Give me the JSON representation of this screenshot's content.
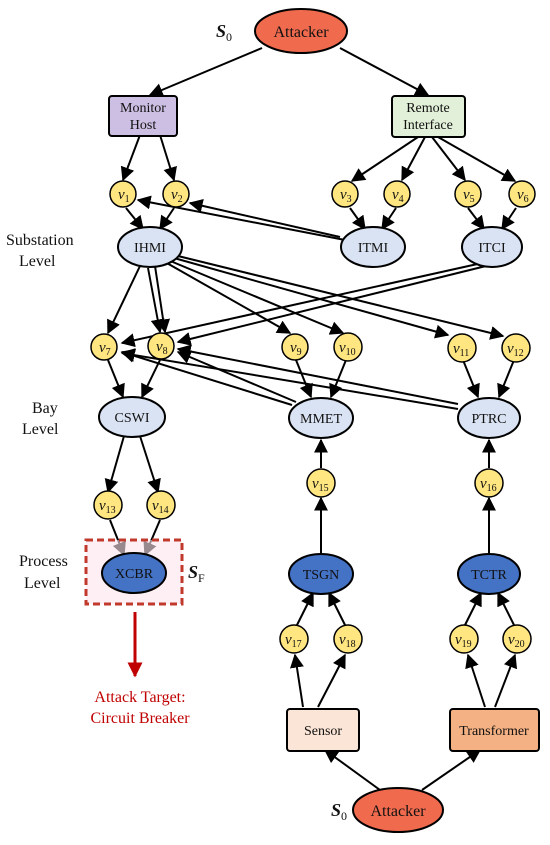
{
  "diagram": {
    "start_label_top": {
      "main": "S",
      "sub": "0"
    },
    "start_label_bottom": {
      "main": "S",
      "sub": "0"
    },
    "final_label": {
      "main": "S",
      "sub": "F"
    },
    "attacker_top": "Attacker",
    "attacker_bottom": "Attacker",
    "monitor_host": [
      "Monitor",
      "Host"
    ],
    "remote_interface": [
      "Remote",
      "Interface"
    ],
    "levels": {
      "substation": [
        "Substation",
        "Level"
      ],
      "bay": [
        "Bay",
        "Level"
      ],
      "process": [
        "Process",
        "Level"
      ]
    },
    "devices": {
      "ihmi": "IHMI",
      "itmi": "ITMI",
      "itci": "ITCI",
      "cswi": "CSWI",
      "mmet": "MMET",
      "ptrc": "PTRC",
      "xcbr": "XCBR",
      "tsgn": "TSGN",
      "tctr": "TCTR"
    },
    "sensor": "Sensor",
    "transformer": "Transformer",
    "target": [
      "Attack Target:",
      "Circuit Breaker"
    ],
    "vulns": {
      "v1": {
        "main": "v",
        "sub": "1"
      },
      "v2": {
        "main": "v",
        "sub": "2"
      },
      "v3": {
        "main": "v",
        "sub": "3"
      },
      "v4": {
        "main": "v",
        "sub": "4"
      },
      "v5": {
        "main": "v",
        "sub": "5"
      },
      "v6": {
        "main": "v",
        "sub": "6"
      },
      "v7": {
        "main": "v",
        "sub": "7"
      },
      "v8": {
        "main": "v",
        "sub": "8"
      },
      "v9": {
        "main": "v",
        "sub": "9"
      },
      "v10": {
        "main": "v",
        "sub": "10"
      },
      "v11": {
        "main": "v",
        "sub": "11"
      },
      "v12": {
        "main": "v",
        "sub": "12"
      },
      "v13": {
        "main": "v",
        "sub": "13"
      },
      "v14": {
        "main": "v",
        "sub": "14"
      },
      "v15": {
        "main": "v",
        "sub": "15"
      },
      "v16": {
        "main": "v",
        "sub": "16"
      },
      "v17": {
        "main": "v",
        "sub": "17"
      },
      "v18": {
        "main": "v",
        "sub": "18"
      },
      "v19": {
        "main": "v",
        "sub": "19"
      },
      "v20": {
        "main": "v",
        "sub": "20"
      }
    },
    "colors": {
      "attacker": "#F06A4E",
      "monitor": "#CDBFE3",
      "remote": "#E2F0D9",
      "device": "#DAE3F3",
      "process_device": "#4472C4",
      "vuln": "#FFE680",
      "sensor": "#FBE5D6",
      "transformer": "#F4B183",
      "target": "#C00000",
      "target_box_fill": "#FCE4EC"
    }
  }
}
